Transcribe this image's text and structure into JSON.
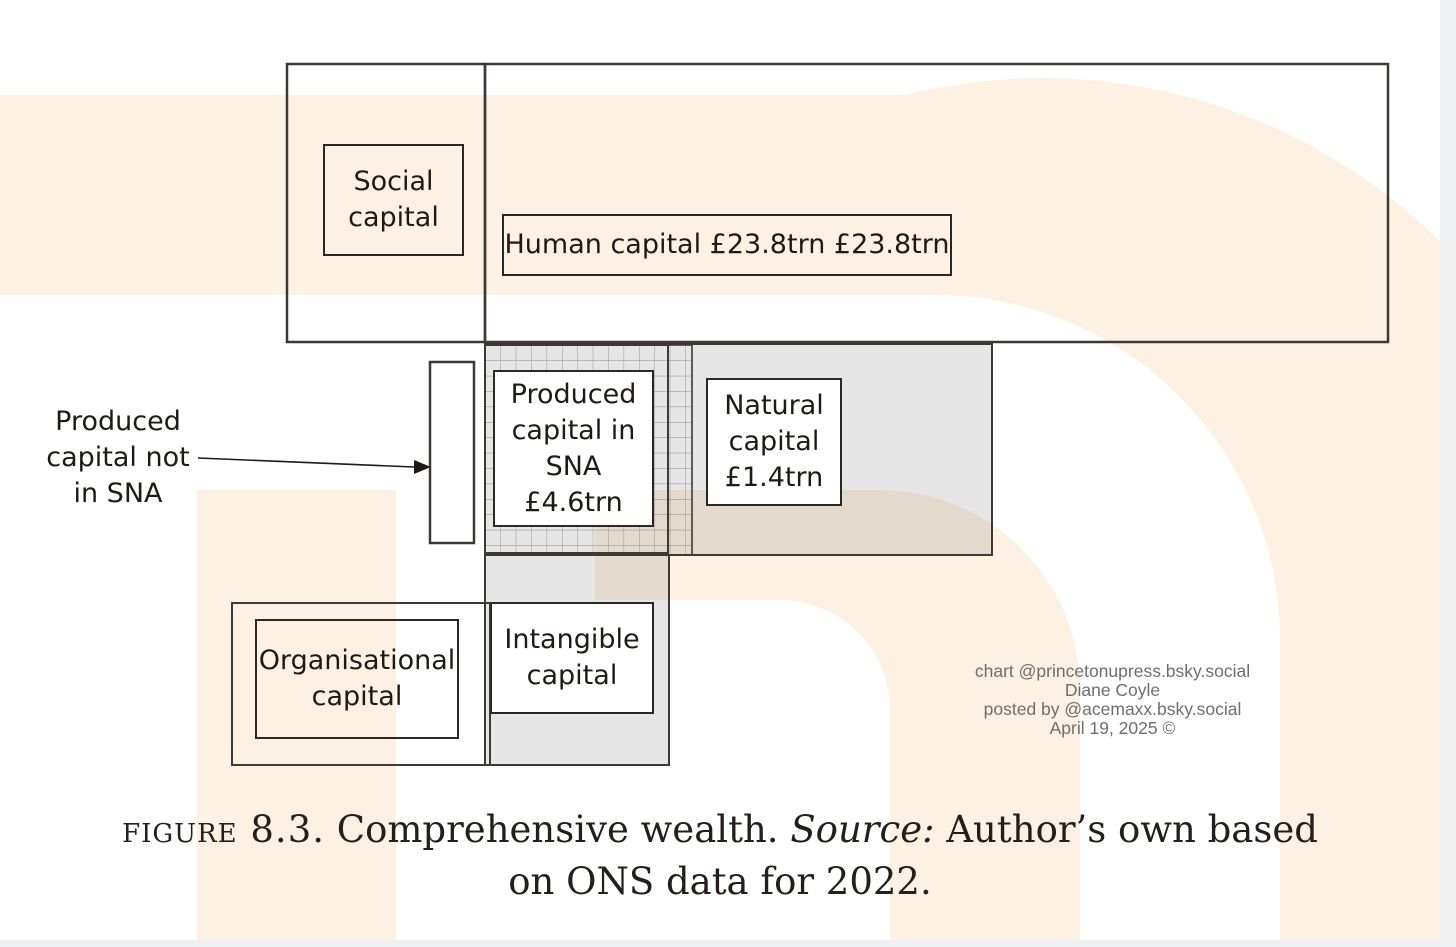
{
  "diagram": {
    "social_capital": "Social\ncapital",
    "human_capital": "Human capital £23.8trn £23.8trn",
    "produced_capital_sna": "Produced\ncapital in\nSNA\n£4.6trn",
    "natural_capital": "Natural\ncapital\n£1.4trn",
    "produced_not_sna": "Produced\ncapital not\nin SNA",
    "organisational_capital": "Organisational\ncapital",
    "intangible_capital": "Intangible\ncapital"
  },
  "credit": {
    "line1": "chart @princetonupress.bsky.social",
    "line2": "Diane Coyle",
    "line3": "posted by @acemaxx.bsky.social",
    "line4": "April 19, 2025 ©"
  },
  "caption": {
    "figure_label": "figure 8.3.",
    "title": " Comprehensive wealth. ",
    "source_label": "Source:",
    "source_text": " Author’s own based on ONS data for 2022."
  },
  "colors": {
    "watermark": "#fdf1e4",
    "grey_fill": "#e6e6e6",
    "outline": "#3c3936",
    "text": "#1f1a17",
    "credit": "#6e6e6e"
  }
}
